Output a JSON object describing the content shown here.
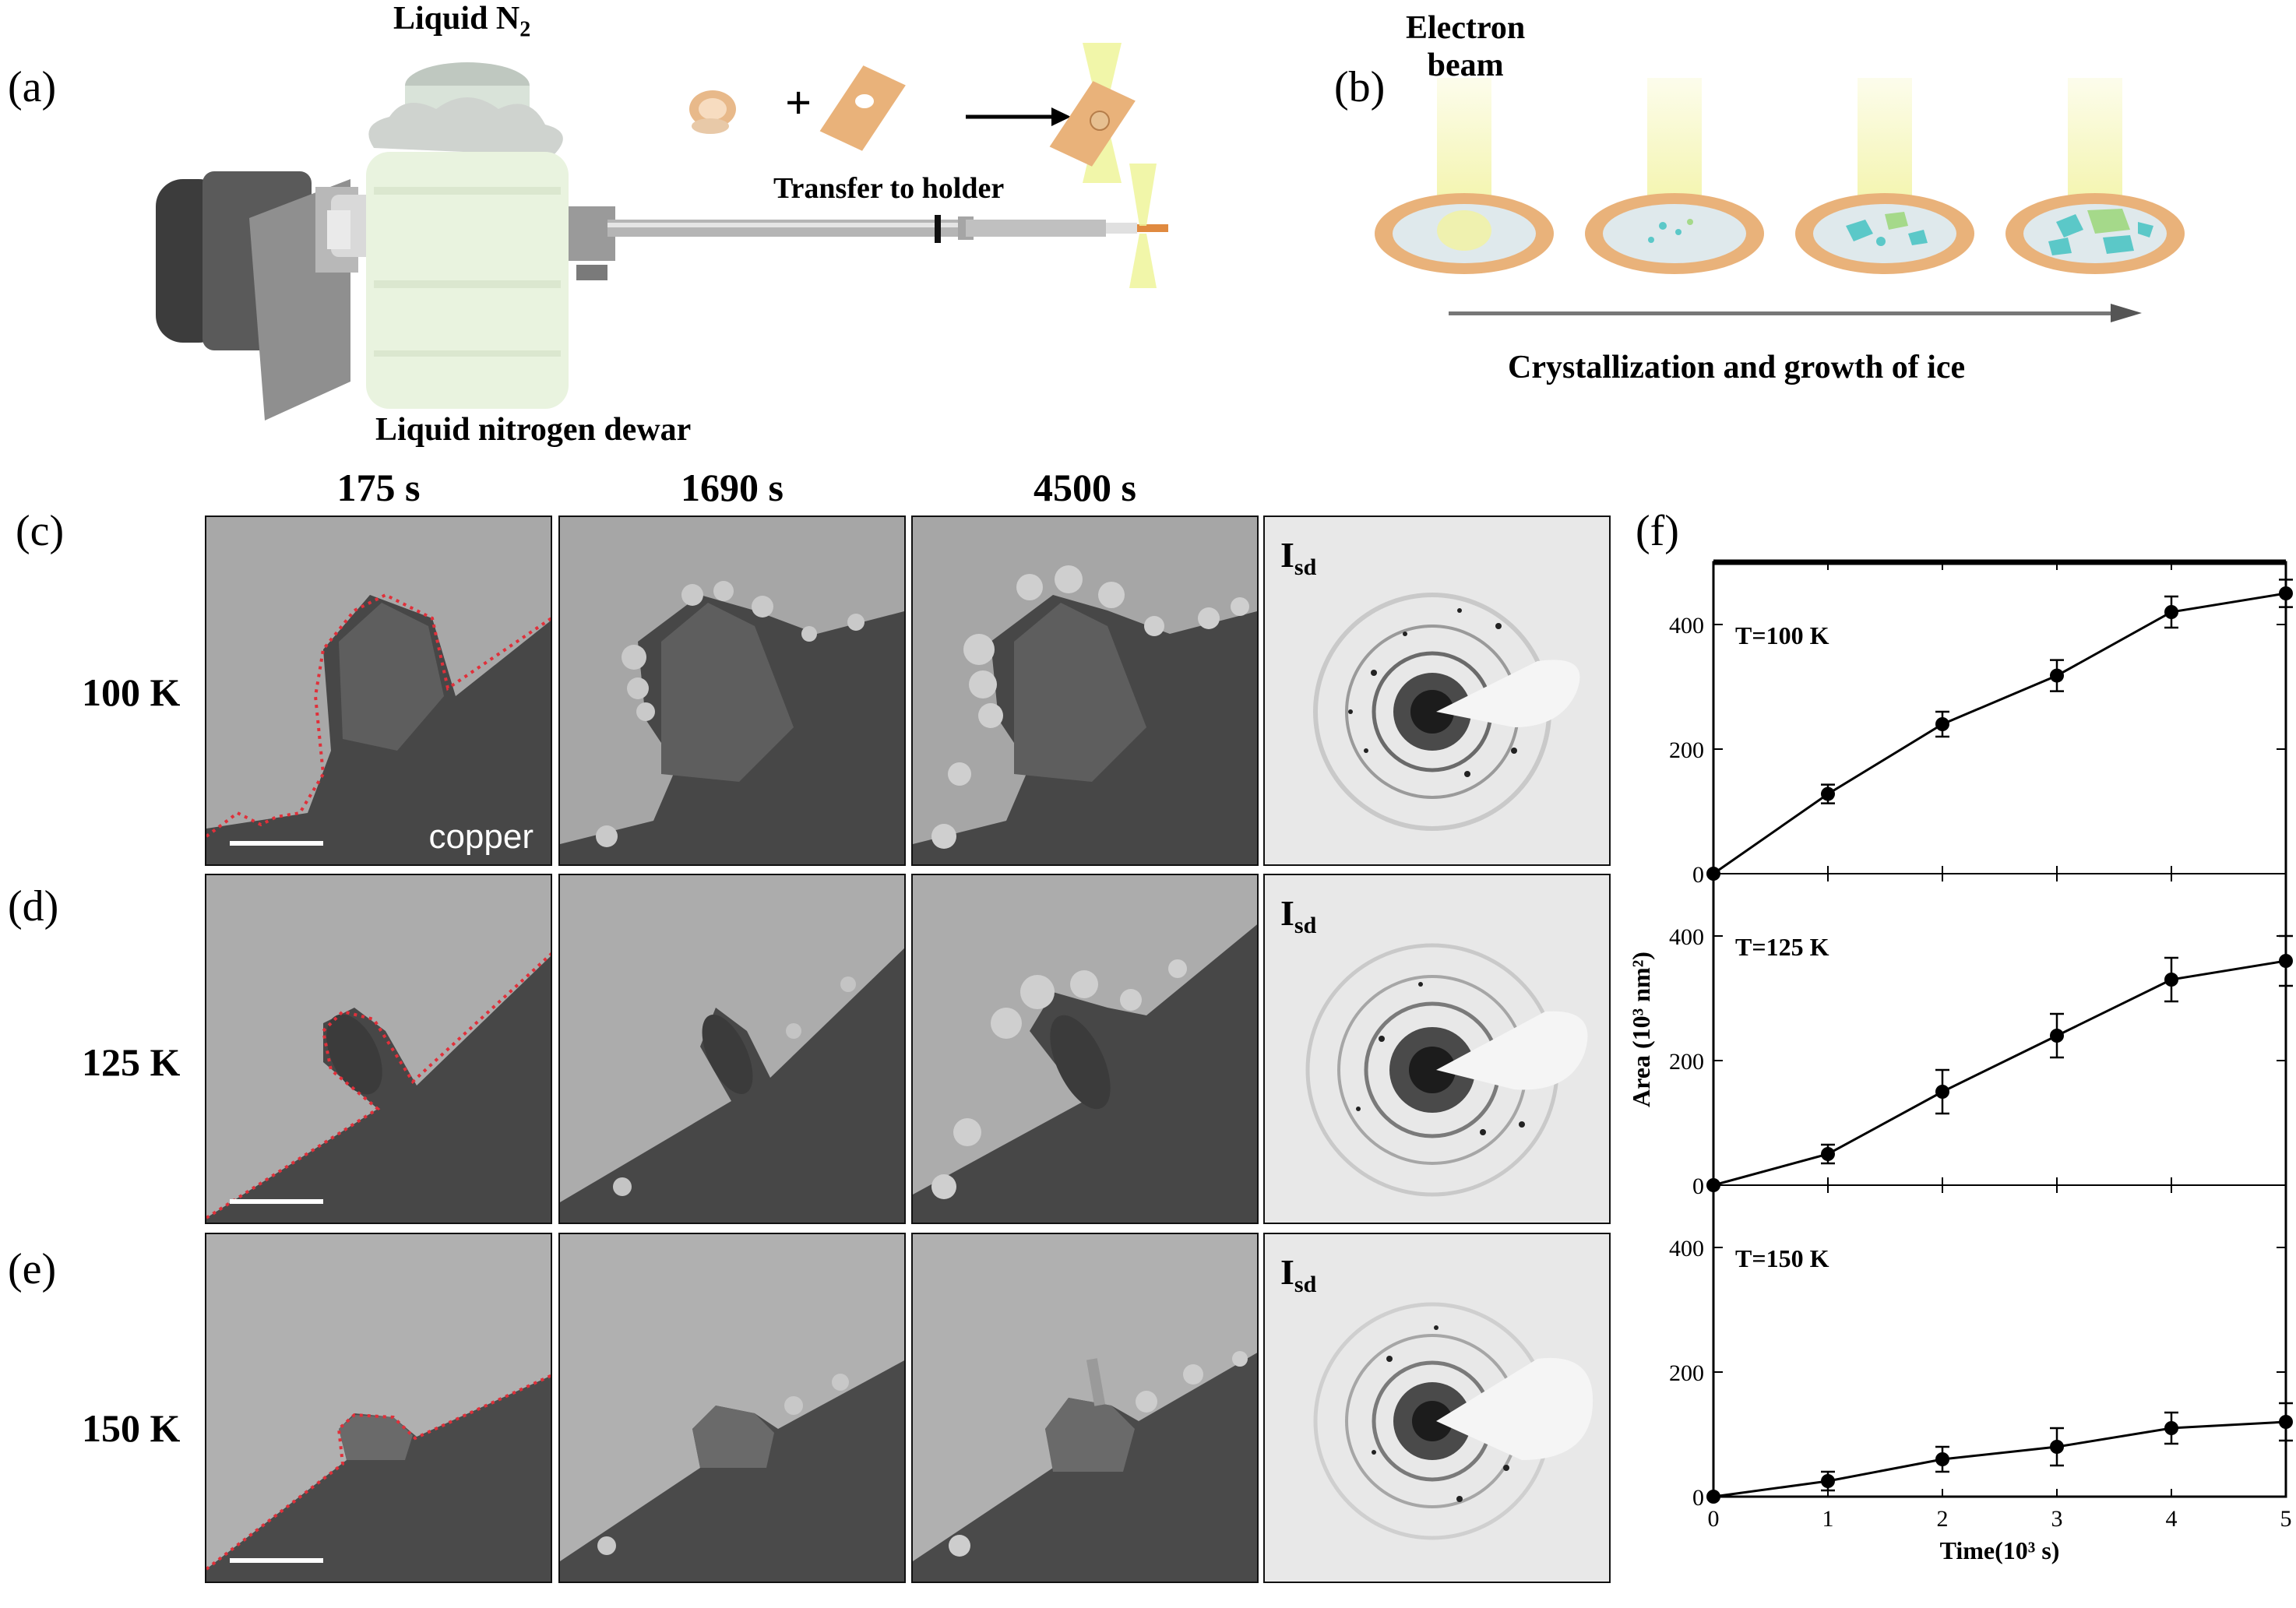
{
  "panel_labels": {
    "a": "(a)",
    "b": "(b)",
    "c": "(c)",
    "d": "(d)",
    "e": "(e)",
    "f": "(f)"
  },
  "schematic_a": {
    "top_label": "Liquid N",
    "top_label_sub": "2",
    "bottom_label": "Liquid nitrogen dewar",
    "transfer_label": "Transfer to holder",
    "plus": "+"
  },
  "schematic_b": {
    "beam_label_line1": "Electron",
    "beam_label_line2": "beam",
    "arrow_label": "Crystallization and growth of ice"
  },
  "time_headers": [
    "175 s",
    "1690 s",
    "4500 s"
  ],
  "rows": [
    {
      "temp": "100 K",
      "isd": "I",
      "isd_sub": "sd",
      "substrate": "copper"
    },
    {
      "temp": "125 K",
      "isd": "I",
      "isd_sub": "sd"
    },
    {
      "temp": "150 K",
      "isd": "I",
      "isd_sub": "sd"
    }
  ],
  "colors": {
    "outline_red": "#e0303a",
    "ring_orange": "#e9b27a",
    "beam_yellow": "#f2f3a0",
    "ice_cyan": "#5bc8c8",
    "ice_green": "#a5d98a"
  },
  "chart_data": {
    "type": "line",
    "xlabel": "Time(10³ s)",
    "ylabel": "Area (10³ nm²)",
    "x_ticks": [
      "0",
      "1",
      "2",
      "3",
      "4",
      "5"
    ],
    "y_ticks": [
      "0",
      "200",
      "400"
    ],
    "xlim": [
      0,
      5
    ],
    "ylim": [
      0,
      500
    ],
    "x": [
      0,
      1,
      2,
      3,
      4,
      5
    ],
    "series": [
      {
        "name": "T=100 K",
        "values": [
          0,
          128,
          240,
          318,
          420,
          450
        ],
        "errors": [
          0,
          15,
          20,
          25,
          25,
          22
        ]
      },
      {
        "name": "T=125 K",
        "values": [
          0,
          50,
          150,
          240,
          330,
          360
        ],
        "errors": [
          0,
          15,
          35,
          35,
          35,
          40
        ]
      },
      {
        "name": "T=150 K",
        "values": [
          0,
          25,
          60,
          80,
          110,
          120
        ],
        "errors": [
          0,
          15,
          20,
          30,
          25,
          30
        ]
      }
    ]
  }
}
